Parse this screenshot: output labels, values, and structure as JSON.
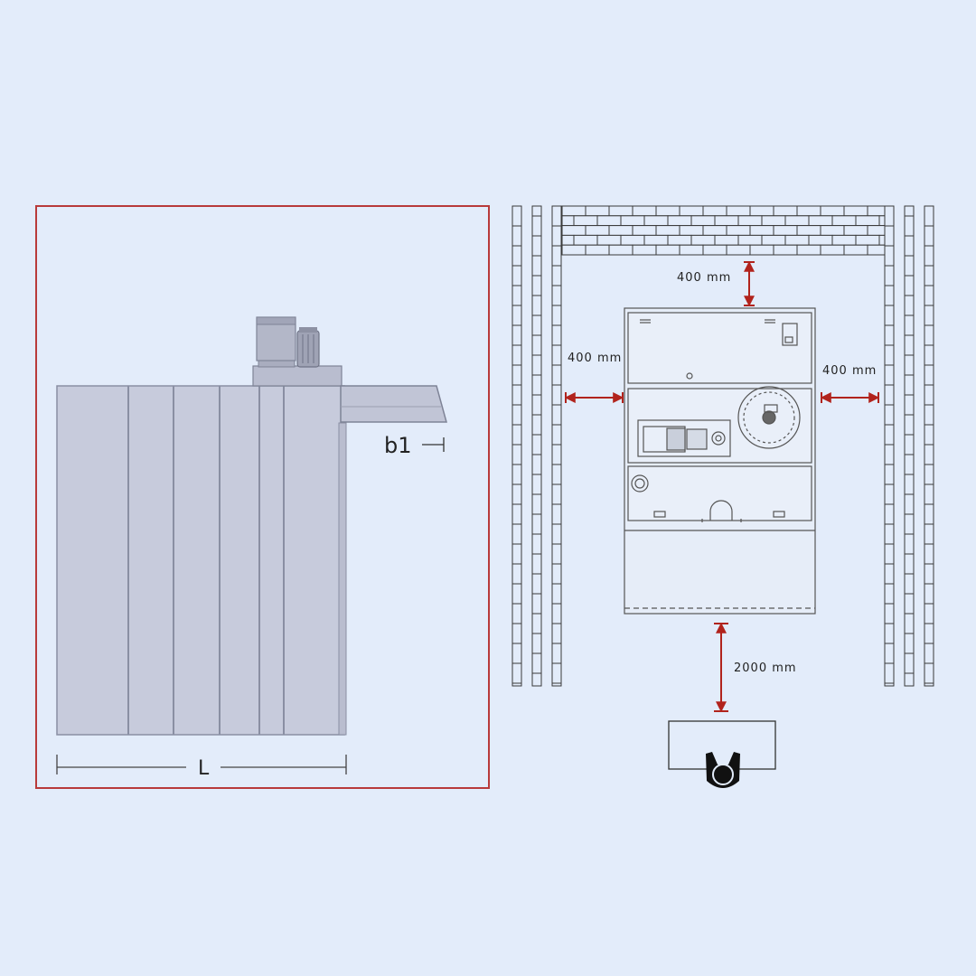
{
  "side_view": {
    "length_label": "L",
    "offset_label": "b1"
  },
  "top_view": {
    "clearance_top": "400 mm",
    "clearance_left": "400 mm",
    "clearance_right": "400 mm",
    "clearance_front": "2000 mm"
  },
  "colors": {
    "frame_border": "#b83a3a",
    "dimension_arrow": "#b1231c",
    "machine_body": "#c7cbdc",
    "brick_stroke": "#3a3a3a"
  }
}
